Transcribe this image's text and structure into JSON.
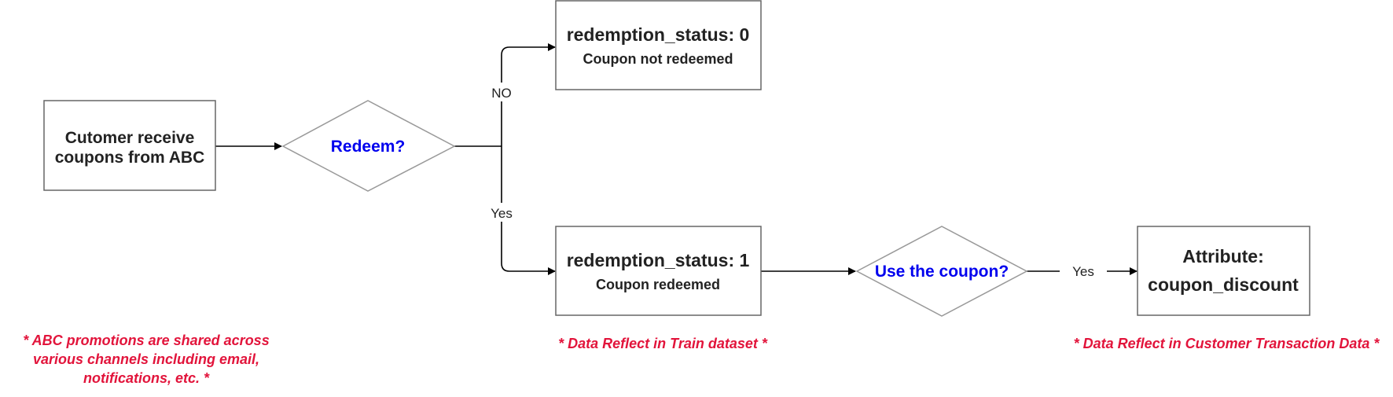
{
  "colors": {
    "box_stroke": "#666666",
    "box_fill": "#ffffff",
    "diamond_stroke": "#999999",
    "question_text": "#0000ee",
    "note_text": "#e2143b",
    "line": "#000000",
    "box_text": "#222222"
  },
  "nodes": {
    "start": {
      "line1": "Cutomer receive",
      "line2": "coupons from ABC"
    },
    "redeem_decision": {
      "label": "Redeem?"
    },
    "status_0": {
      "title": "redemption_status: 0",
      "subtitle": "Coupon not redeemed"
    },
    "status_1": {
      "title": "redemption_status: 1",
      "subtitle": "Coupon redeemed"
    },
    "use_decision": {
      "label": "Use the coupon?"
    },
    "attribute": {
      "line1": "Attribute:",
      "line2": "coupon_discount"
    }
  },
  "edges": {
    "no_label": "NO",
    "yes_label": "Yes",
    "use_yes_label": "Yes"
  },
  "notes": {
    "promotions": {
      "line1": "* ABC promotions are shared across",
      "line2": "various channels including email,",
      "line3": "notifications, etc. *"
    },
    "train": "* Data Reflect in Train dataset *",
    "transaction": "* Data Reflect in Customer Transaction Data *"
  }
}
